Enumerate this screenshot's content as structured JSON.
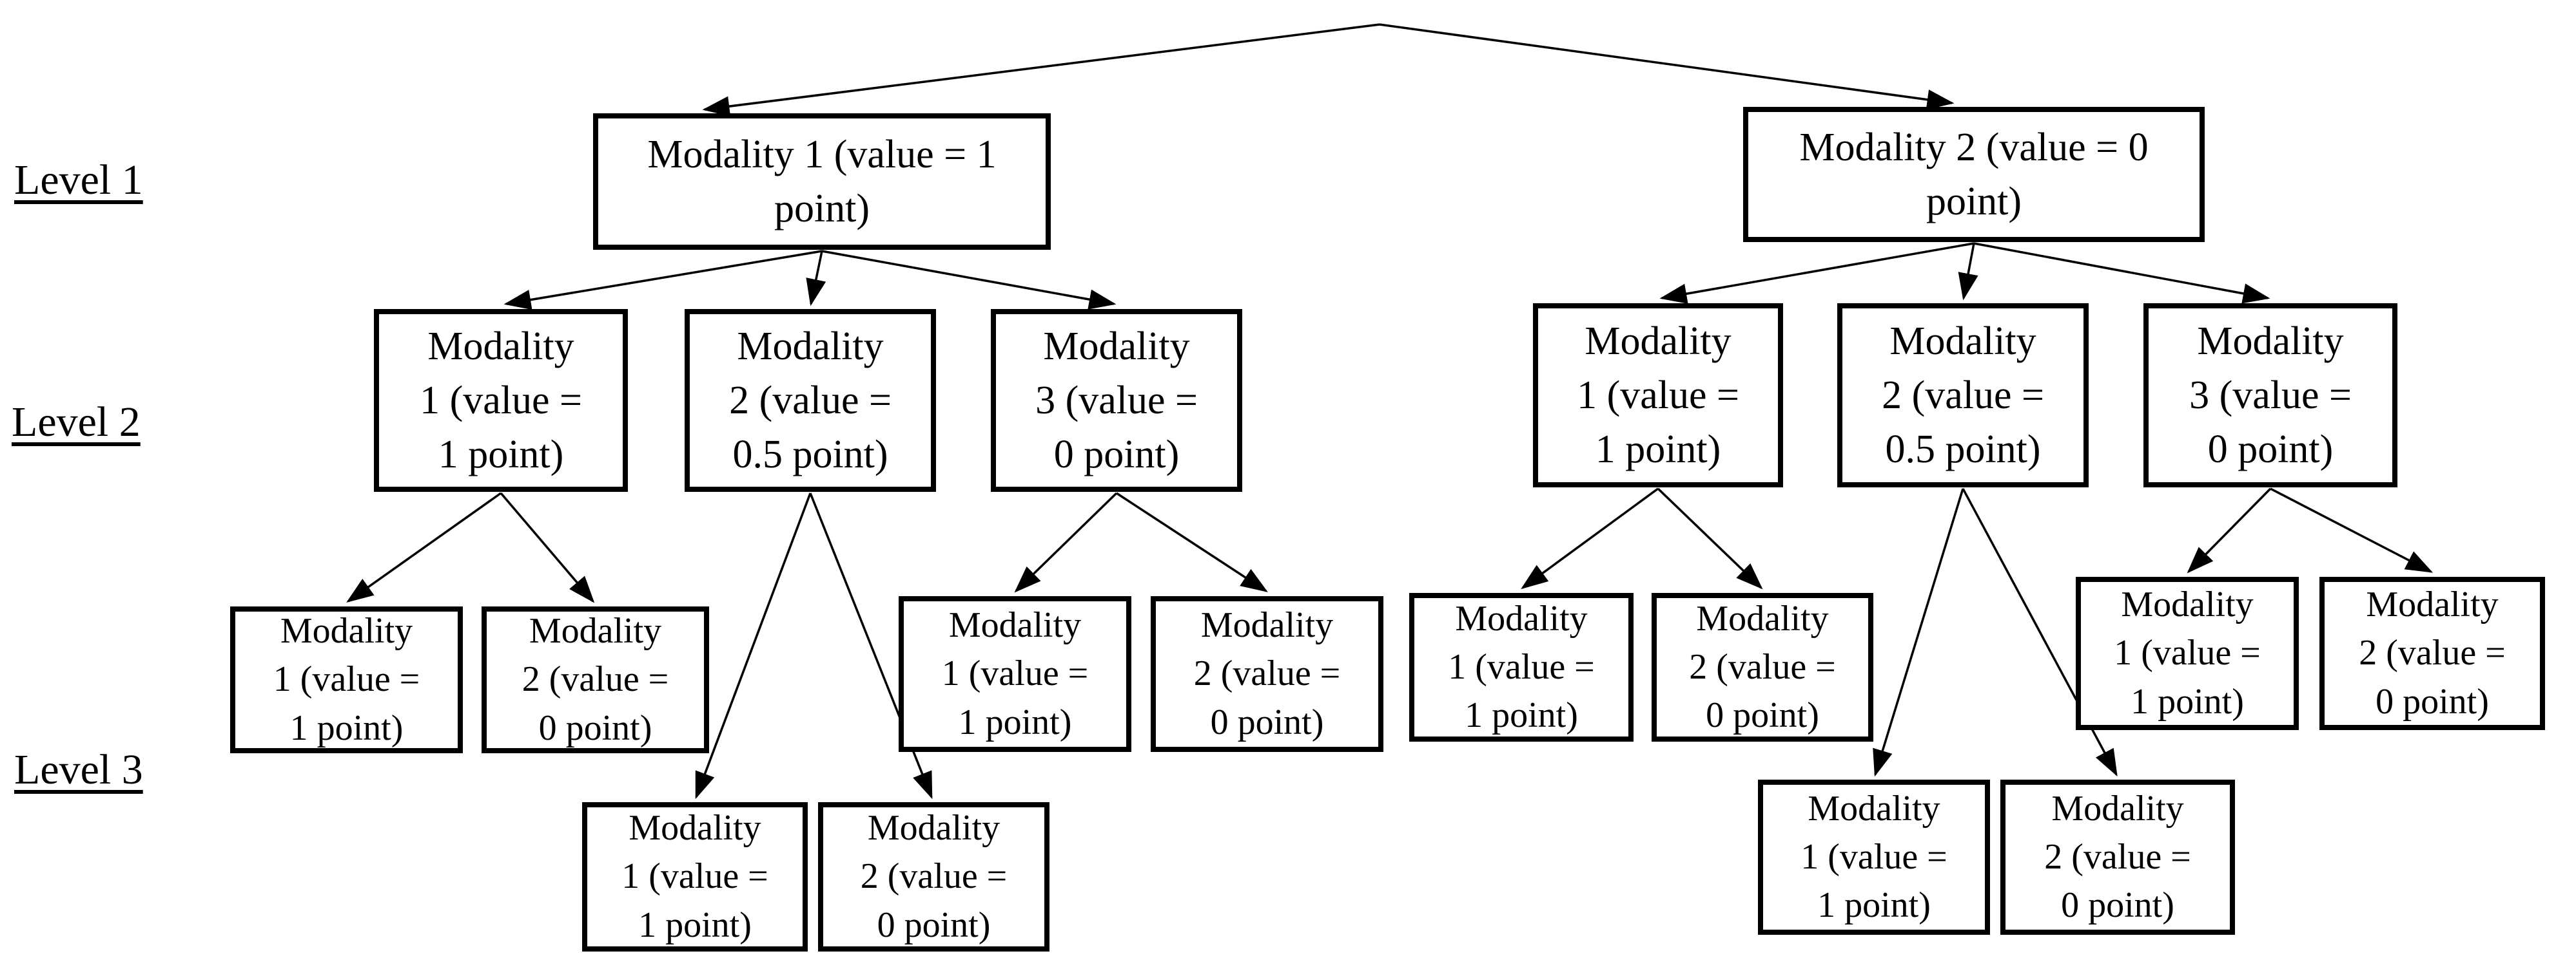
{
  "row_labels": {
    "level1": "Level 1",
    "level2": "Level 2",
    "level3": "Level 3"
  },
  "tree": {
    "level1": [
      {
        "lines": [
          "Modality 1 (value = 1",
          "point)"
        ]
      },
      {
        "lines": [
          "Modality 2 (value = 0",
          "point)"
        ]
      }
    ],
    "level2_left": [
      {
        "lines": [
          "Modality",
          "1 (value =",
          "1 point)"
        ]
      },
      {
        "lines": [
          "Modality",
          "2 (value =",
          "0.5 point)"
        ]
      },
      {
        "lines": [
          "Modality",
          "3 (value =",
          "0 point)"
        ]
      }
    ],
    "level2_right": [
      {
        "lines": [
          "Modality",
          "1 (value =",
          "1 point)"
        ]
      },
      {
        "lines": [
          "Modality",
          "2 (value =",
          "0.5 point)"
        ]
      },
      {
        "lines": [
          "Modality",
          "3 (value =",
          "0 point)"
        ]
      }
    ],
    "level3_left_under_modality1": [
      {
        "lines": [
          "Modality",
          "1 (value =",
          "1 point)"
        ]
      },
      {
        "lines": [
          "Modality",
          "2 (value =",
          "0 point)"
        ]
      }
    ],
    "level3_left_under_modality2": [
      {
        "lines": [
          "Modality",
          "1 (value =",
          "1 point)"
        ]
      },
      {
        "lines": [
          "Modality",
          "2 (value =",
          "0 point)"
        ]
      }
    ],
    "level3_left_under_modality3": [
      {
        "lines": [
          "Modality",
          "1 (value =",
          "1 point)"
        ]
      },
      {
        "lines": [
          "Modality",
          "2 (value =",
          "0 point)"
        ]
      }
    ],
    "level3_right_under_modality1": [
      {
        "lines": [
          "Modality",
          "1 (value =",
          "1 point)"
        ]
      },
      {
        "lines": [
          "Modality",
          "2 (value =",
          "0 point)"
        ]
      }
    ],
    "level3_right_under_modality2": [
      {
        "lines": [
          "Modality",
          "1 (value =",
          "1 point)"
        ]
      },
      {
        "lines": [
          "Modality",
          "2 (value =",
          "0 point)"
        ]
      }
    ],
    "level3_right_under_modality3": [
      {
        "lines": [
          "Modality",
          "1 (value =",
          "1 point)"
        ]
      },
      {
        "lines": [
          "Modality",
          "2 (value =",
          "0 point)"
        ]
      }
    ]
  }
}
